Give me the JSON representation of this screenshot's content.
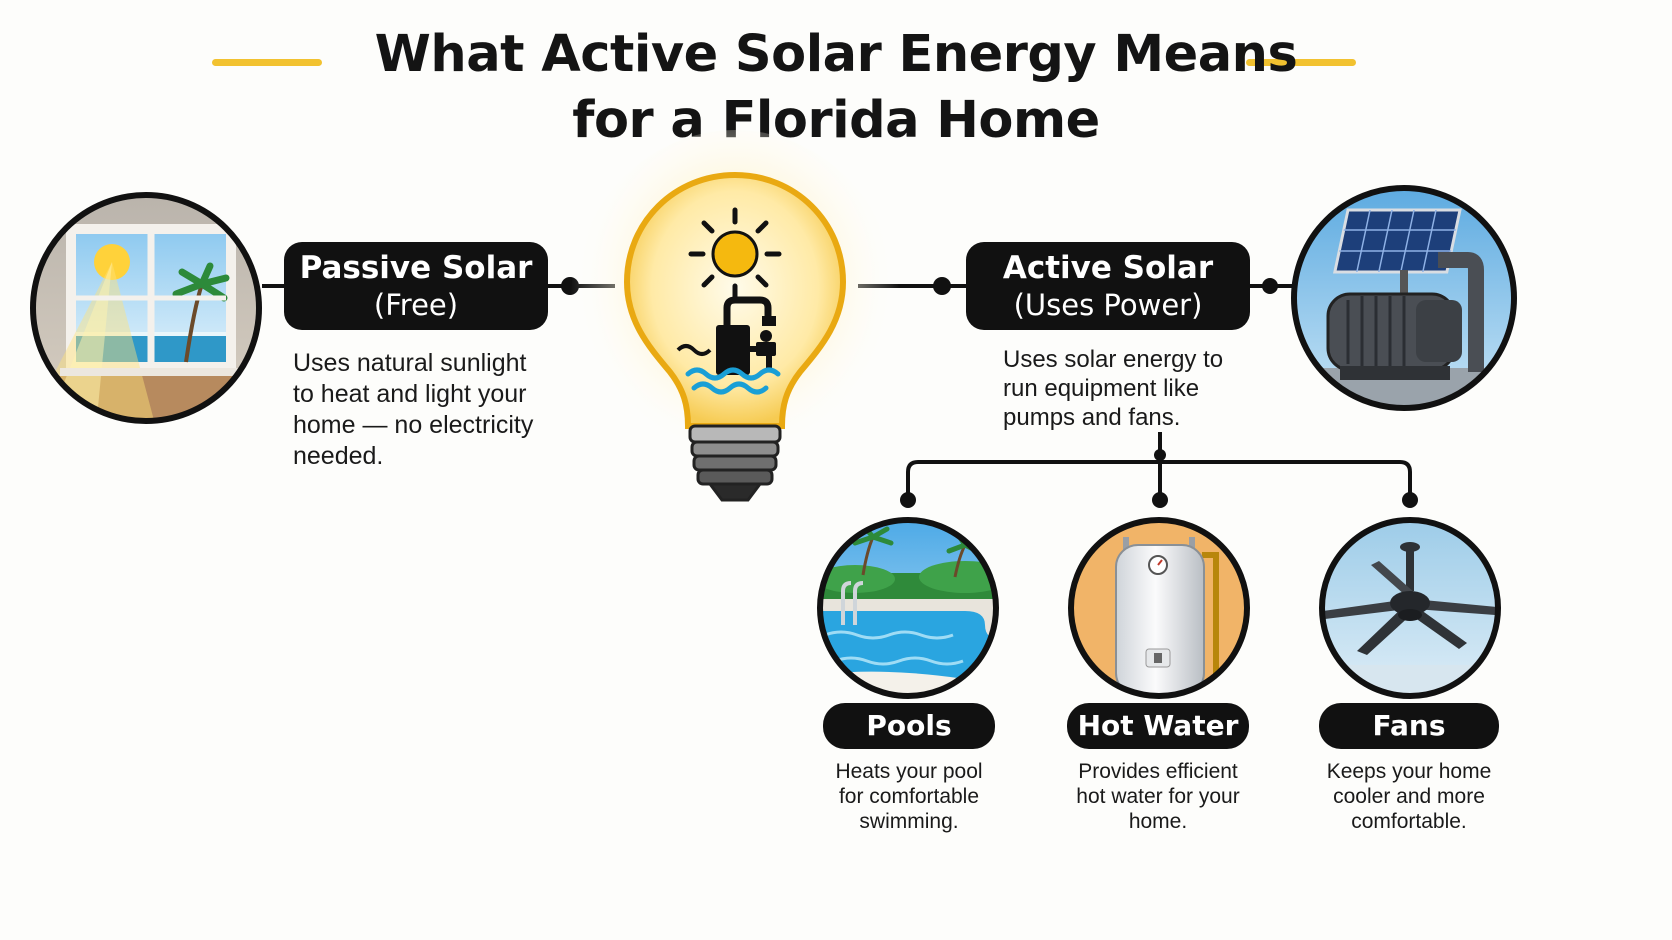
{
  "title": {
    "line1": "What Active Solar Energy Means",
    "line2": "for a Florida Home"
  },
  "colors": {
    "accent": "#f2c230",
    "pill_background": "#111111",
    "pill_text": "#ffffff"
  },
  "passive": {
    "label": "Passive Solar",
    "sublabel": "(Free)",
    "description": "Uses natural sunlight to heat and light your home — no electricity needed.",
    "image": "sunlit-window-icon"
  },
  "center": {
    "image": "lightbulb-solar-pump-icon"
  },
  "active": {
    "label": "Active Solar",
    "sublabel": "(Uses Power)",
    "description": "Uses solar energy to run equipment like pumps and fans.",
    "image": "solar-pump-icon"
  },
  "categories": [
    {
      "label": "Pools",
      "description": "Heats your pool for comfortable swimming.",
      "image": "pool-icon"
    },
    {
      "label": "Hot Water",
      "description": "Provides efficient hot water for your home.",
      "image": "water-heater-icon"
    },
    {
      "label": "Fans",
      "description": "Keeps your home cooler and more comfortable.",
      "image": "ceiling-fan-icon"
    }
  ]
}
